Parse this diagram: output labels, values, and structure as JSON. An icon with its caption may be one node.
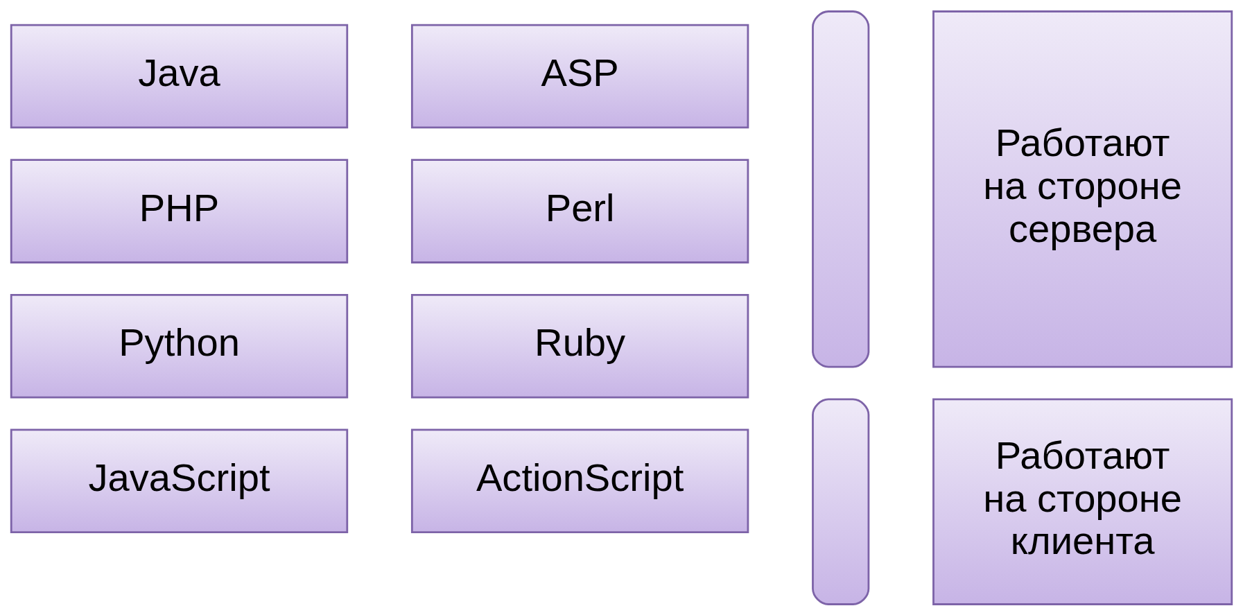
{
  "diagram": {
    "nodes": [
      {
        "text": [
          "Java"
        ]
      },
      {
        "text": [
          "ASP"
        ]
      },
      {
        "text": [],
        "shape": "brace"
      },
      {
        "text": [
          "Работают на стороне сервера"
        ]
      },
      {
        "text": [
          "PHP"
        ]
      },
      {
        "text": [
          "Perl"
        ]
      },
      {
        "text": [
          "Python"
        ]
      },
      {
        "text": [
          "Ruby"
        ]
      },
      {
        "text": [],
        "shape": "brace"
      },
      {
        "text": [
          "Работают на стороне клиента"
        ]
      },
      {
        "text": [
          "JavaScript"
        ]
      },
      {
        "text": [
          "ActionScript"
        ]
      }
    ],
    "edges": []
  }
}
